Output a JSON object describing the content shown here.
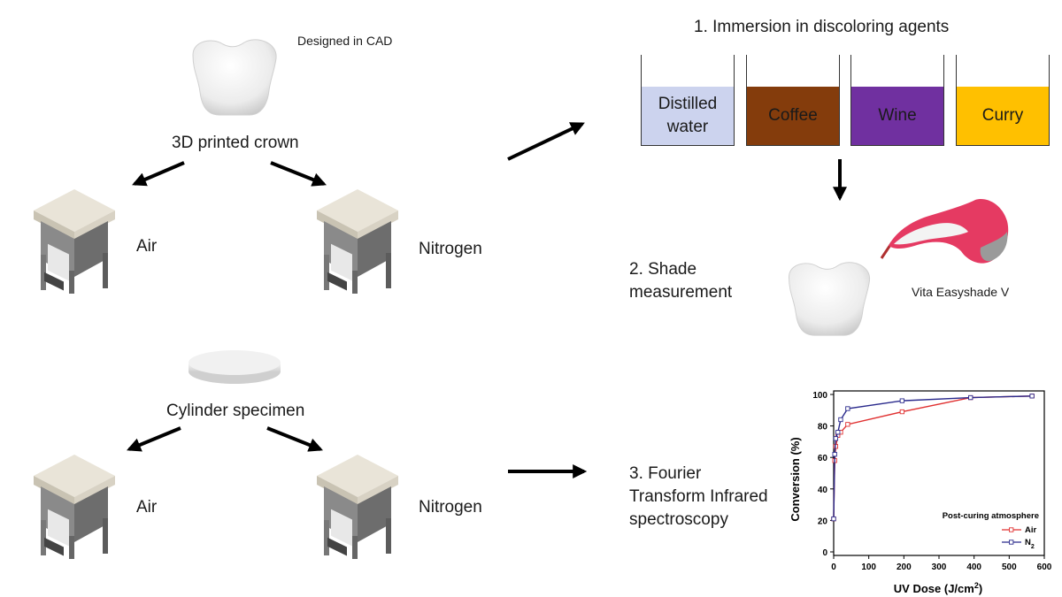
{
  "top_section": {
    "crown_caption": "Designed in CAD",
    "crown_label": "3D printed crown",
    "left_label": "Air",
    "right_label": "Nitrogen"
  },
  "bottom_section": {
    "cylinder_label": "Cylinder specimen",
    "left_label": "Air",
    "right_label": "Nitrogen"
  },
  "step1": {
    "title": "1. Immersion in discoloring agents",
    "beakers": [
      {
        "label": "Distilled water",
        "color": "#ccd3ee"
      },
      {
        "label": "Coffee",
        "color": "#843c0c"
      },
      {
        "label": "Wine",
        "color": "#7030a0"
      },
      {
        "label": "Curry",
        "color": "#ffc000"
      }
    ]
  },
  "step2": {
    "label": "2. Shade measurement",
    "device_label": "Vita Easyshade V"
  },
  "step3": {
    "label": "3. Fourier Transform Infrared spectroscopy"
  },
  "chart_data": {
    "type": "line",
    "title": "",
    "xlabel": "UV Dose (J/cm2)",
    "ylabel": "Conversion (%)",
    "xlim": [
      0,
      600
    ],
    "ylim": [
      0,
      100
    ],
    "xticks": [
      0,
      100,
      200,
      300,
      400,
      500,
      600
    ],
    "yticks": [
      0,
      20,
      40,
      60,
      80,
      100
    ],
    "legend_title": "Post-curing atmosphere",
    "legend_position": "bottom-right",
    "series": [
      {
        "name": "Air",
        "color": "#e03030",
        "x": [
          0,
          3,
          6,
          12,
          20,
          40,
          195,
          390,
          565
        ],
        "y": [
          21,
          58,
          67,
          74,
          76,
          81,
          89,
          98,
          99
        ]
      },
      {
        "name": "N2",
        "color": "#2a2a8c",
        "x": [
          0,
          3,
          6,
          12,
          20,
          40,
          195,
          390,
          565
        ],
        "y": [
          21,
          62,
          72,
          76,
          84,
          91,
          96,
          98,
          99
        ]
      }
    ]
  }
}
